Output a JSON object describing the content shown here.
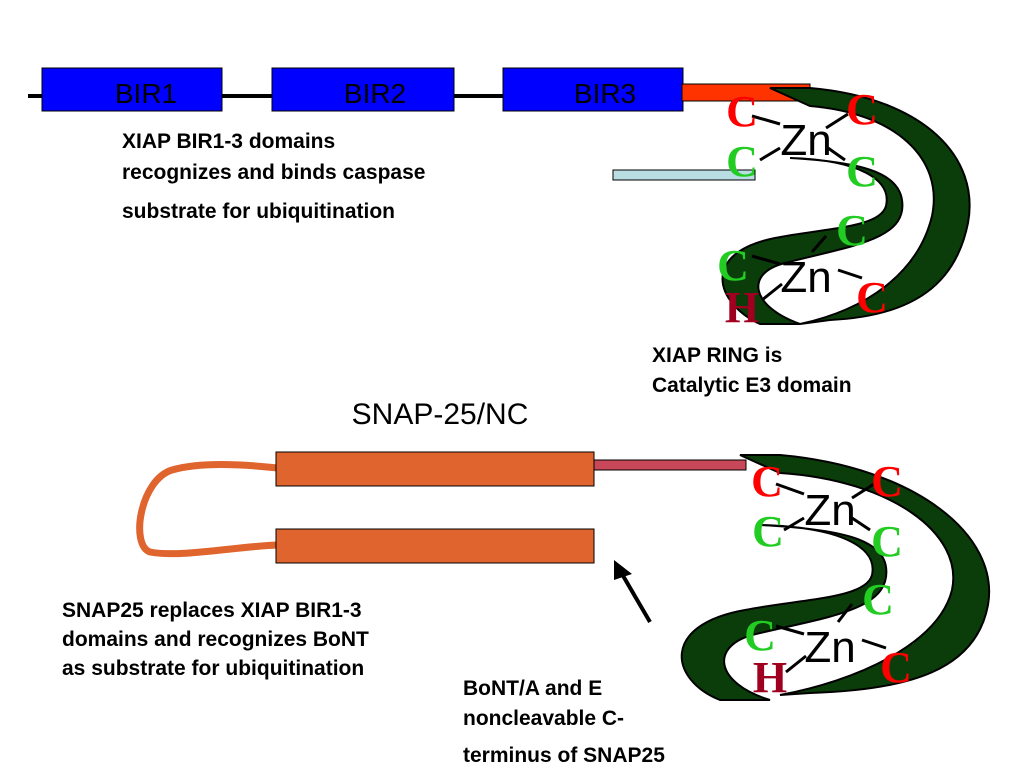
{
  "xiap": {
    "domains": [
      "BIR1",
      "BIR2",
      "BIR3"
    ],
    "caption": [
      "XIAP BIR1-3 domains",
      "recognizes and binds caspase",
      "substrate for ubiquitination"
    ],
    "ring_caption": [
      "XIAP RING is",
      "Catalytic E3 domain"
    ]
  },
  "snap": {
    "title": "SNAP-25/NC",
    "caption": [
      "SNAP25 replaces XIAP BIR1-3",
      "domains and recognizes BoNT",
      "as substrate for ubiquitination"
    ],
    "arrow_caption": [
      "BoNT/A and E",
      "noncleavable C-",
      "terminus of SNAP25"
    ]
  },
  "ring": {
    "zinc": "Zn",
    "residues": [
      "C",
      "C",
      "C",
      "C",
      "C",
      "C",
      "C",
      "H"
    ]
  },
  "colors": {
    "bir_blue": "#0000ff",
    "ring_green": "#0b3d0b",
    "linker_red": "#ff3300",
    "snap_orange": "#e0642d",
    "snap_linker": "#c8485a",
    "light_blue": "#b8dde3",
    "cys_red": "#ff0000",
    "cys_green": "#22cc22",
    "his_dark_red": "#a00020"
  }
}
